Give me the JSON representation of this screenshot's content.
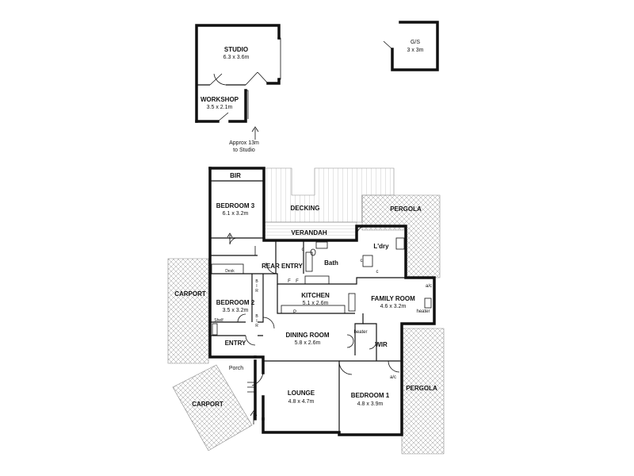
{
  "rooms": {
    "studio": {
      "name": "STUDIO",
      "dim": "6.3 x 3.6m"
    },
    "gs": {
      "name": "G/S",
      "dim": "3 x 3m"
    },
    "workshop": {
      "name": "WORKSHOP",
      "dim": "3.5 x 2.1m"
    },
    "bedroom3": {
      "name": "BEDROOM 3",
      "dim": "6.1 x 3.2m"
    },
    "bedroom2": {
      "name": "BEDROOM 2",
      "dim": "3.5 x 3.2m"
    },
    "kitchen": {
      "name": "KITCHEN",
      "dim": "5.1 x 2.6m"
    },
    "family": {
      "name": "FAMILY ROOM",
      "dim": "4.6 x 3.2m"
    },
    "dining": {
      "name": "DINING ROOM",
      "dim": "5.8 x 2.6m"
    },
    "lounge": {
      "name": "LOUNGE",
      "dim": "4.8 x 4.7m"
    },
    "bedroom1": {
      "name": "BEDROOM 1",
      "dim": "4.8 x 3.9m"
    }
  },
  "labels": {
    "bir": "BIR",
    "bir_vertical": [
      "B",
      "I",
      "R"
    ],
    "decking": "DECKING",
    "verandah": "VERANDAH",
    "pergola": "PERGOLA",
    "carport": "CARPORT",
    "rear_entry": "REAR ENTRY",
    "bath": "Bath",
    "laundry": "L'dry",
    "entry": "ENTRY",
    "porch": "Porch",
    "wir": "WIR",
    "desk": "Desk",
    "heater": "heater",
    "ac": "a/c",
    "pantry": "P",
    "fridge": "F",
    "cupboard": "c",
    "shelf": "Shelf",
    "approx_line1": "Approx 13m",
    "approx_line2": "to Studio"
  }
}
